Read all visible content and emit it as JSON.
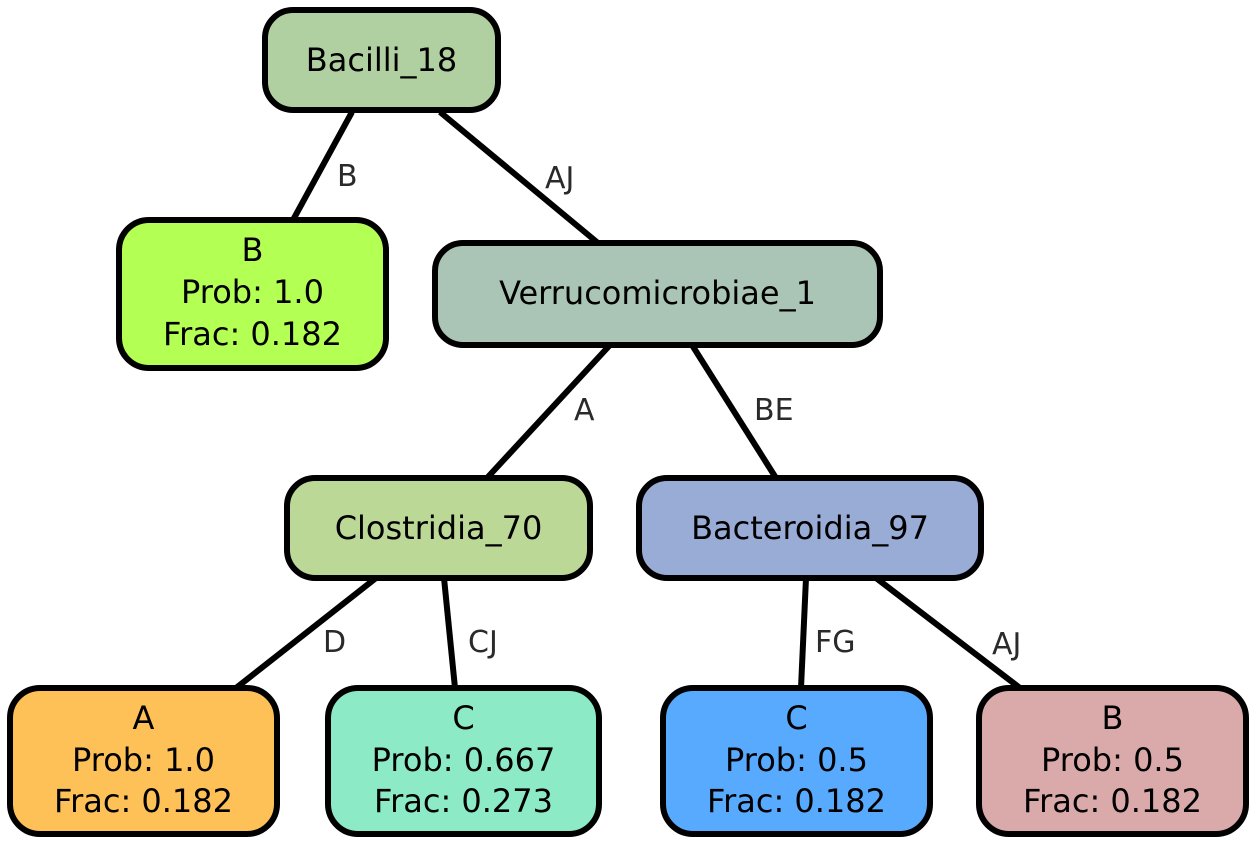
{
  "nodes": {
    "bacilli": {
      "lines": [
        "Bacilli_18"
      ],
      "color": "#b0d0a2"
    },
    "verruco": {
      "lines": [
        "Verrucomicrobiae_1"
      ],
      "color": "#aac5b5"
    },
    "clostridia": {
      "lines": [
        "Clostridia_70"
      ],
      "color": "#bbd897"
    },
    "bacteroidia": {
      "lines": [
        "Bacteroidia_97"
      ],
      "color": "#99acd6"
    },
    "leafB1": {
      "lines": [
        "B",
        "Prob: 1.0",
        "Frac: 0.182"
      ],
      "color": "#b3ff54"
    },
    "leafA": {
      "lines": [
        "A",
        "Prob: 1.0",
        "Frac: 0.182"
      ],
      "color": "#fec157"
    },
    "leafC1": {
      "lines": [
        "C",
        "Prob: 0.667",
        "Frac: 0.273"
      ],
      "color": "#8ceac6"
    },
    "leafC2": {
      "lines": [
        "C",
        "Prob: 0.5",
        "Frac: 0.182"
      ],
      "color": "#57aafe"
    },
    "leafB2": {
      "lines": [
        "B",
        "Prob: 0.5",
        "Frac: 0.182"
      ],
      "color": "#daaaaa"
    }
  },
  "edges": {
    "bacilli_leafB1": "B",
    "bacilli_verruco": "AJ",
    "verruco_clostridia": "A",
    "verruco_bacteroidia": "BE",
    "clostridia_leafA": "D",
    "clostridia_leafC1": "CJ",
    "bacteroidia_leafC2": "FG",
    "bacteroidia_leafB2": "AJ"
  }
}
